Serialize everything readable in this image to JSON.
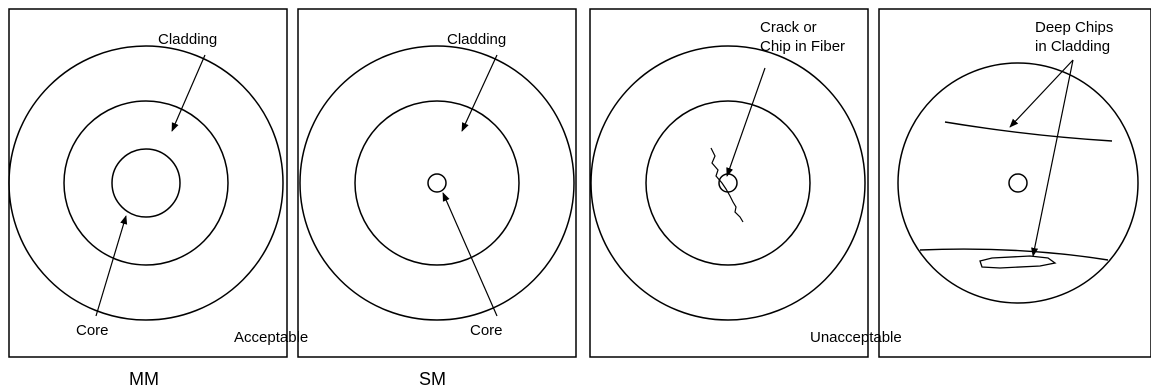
{
  "figure": {
    "line_color": "#000000",
    "background": "#ffffff"
  },
  "panels": [
    {
      "id": "mm",
      "labels": {
        "cladding": "Cladding",
        "core": "Core"
      }
    },
    {
      "id": "sm",
      "labels": {
        "cladding": "Cladding",
        "core": "Core"
      }
    },
    {
      "id": "crack",
      "labels": {
        "defect_line1": "Crack or",
        "defect_line2": "Chip in Fiber"
      }
    },
    {
      "id": "deep-chips",
      "labels": {
        "defect_line1": "Deep Chips",
        "defect_line2": "in Cladding"
      }
    }
  ],
  "groups": {
    "acceptable": "Acceptable",
    "unacceptable": "Unacceptable"
  },
  "captions": {
    "mm": "MM",
    "sm": "SM"
  }
}
